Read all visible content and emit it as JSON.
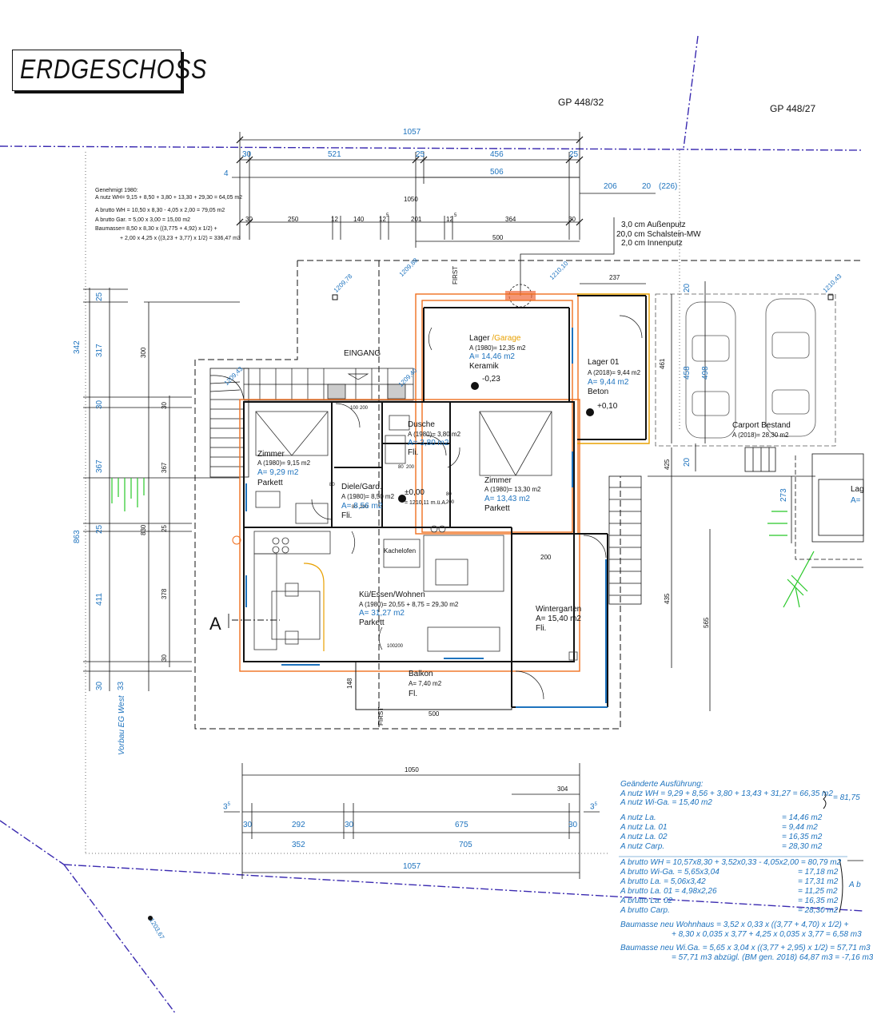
{
  "title": "ERDGESCHOSS",
  "parcels": {
    "p1": "GP 448/32",
    "p2": "GP 448/27"
  },
  "approval": {
    "l1": "Genehmigt 1980:",
    "l2": "A nutz WH= 9,15 + 8,50 + 3,80 + 13,30 + 29,30 = 64,05 m2",
    "l3": "A brutto WH = 10,50 x 8,30 - 4,05 x 2,00 = 79,05 m2",
    "l4": "A brutto Gar. = 5,00 x 3,00                    = 15,00 m2",
    "l5": "Baumasse= 8,50 x 8,30 x ((3,775 + 4,92) x 1/2) +",
    "l6": "+ 2,00 x 4,25 x ((3,23 + 3,77) x 1/2) = 336,47 m3"
  },
  "wall_layers": {
    "l1": "3,0 cm  Außenputz",
    "l2": "20,0 cm  Schalstein-MW",
    "l3": "2,0 cm  Innenputz"
  },
  "dims_top": {
    "d1057": "1057",
    "d30a": "30",
    "d521": "521",
    "d25a": "25",
    "d456": "456",
    "d25b": "25",
    "d4": "4",
    "d506": "506",
    "d1050": "1050",
    "d206": "206",
    "d20": "20",
    "d226": "(226)",
    "d30b": "30",
    "d250": "250",
    "d12": "12",
    "d140": "140",
    "d12b": "12",
    "d5": "5",
    "d201": "201",
    "d12c": "12",
    "d5b": "5",
    "d364": "364",
    "d30c": "30",
    "d500": "500",
    "d237": "237"
  },
  "dims_left": {
    "d342": "342",
    "d317": "317",
    "d25a": "25",
    "d30a": "30",
    "d367a": "367",
    "d863": "863",
    "d25b": "25",
    "d411": "411",
    "d30b": "30",
    "d33": "33",
    "d300": "300",
    "d30c": "30",
    "d367b": "367",
    "d830": "830",
    "d25c": "25",
    "d378": "378",
    "d30d": "30",
    "vorbau": "Vorbau EG West"
  },
  "dims_right": {
    "d461": "461",
    "d458": "458",
    "d498": "498",
    "d20a": "20",
    "d20b": "20",
    "d425": "425",
    "d273": "273",
    "d435": "435",
    "d565": "565"
  },
  "elevations": {
    "e1": "1209,78",
    "e2": "1209,88",
    "e3": "1210,10",
    "e4": "1210,43",
    "e5": "1209,43",
    "e6": "1209,40",
    "e7": "1210,10",
    "e8": "1203,67"
  },
  "labels": {
    "eingang": "EINGANG",
    "first1": "FIRST",
    "first2": "FIRST",
    "section": "A",
    "kachelofen": "Kachelofen",
    "d200a": "200",
    "d500b": "500",
    "d148": "148"
  },
  "rooms": {
    "lager": {
      "name": "Lager",
      "name2": "/Garage",
      "a1980": "A (1980)= 12,35 m2",
      "anew": "A= 14,46 m2",
      "floor": "Keramik",
      "level": "-0,23"
    },
    "lager01": {
      "name": "Lager 01",
      "a2018": "A (2018)= 9,44 m2",
      "anew": "A= 9,44 m2",
      "floor": "Beton",
      "level": "+0,10"
    },
    "carport": {
      "name": "Carport Bestand",
      "a2018": "A (2018)= 28,30 m2"
    },
    "zimmer1": {
      "name": "Zimmer",
      "a1980": "A (1980)= 9,15 m2",
      "anew": "A= 9,29 m2",
      "floor": "Parkett"
    },
    "dusche": {
      "name": "Dusche",
      "a1980": "A (1980)= 3,80 m2",
      "anew": "A= 3,80 m2",
      "floor": "Fli."
    },
    "diele": {
      "name": "Diele/Gard.",
      "a1980": "A (1980)= 8,50 m2",
      "anew": "A= 8,56 m2",
      "floor": "Fli."
    },
    "zimmer2": {
      "name": "Zimmer",
      "a1980": "A (1980)= 13,30 m2",
      "anew": "A= 13,43 m2",
      "floor": "Parkett"
    },
    "level0": {
      "lvl": "±0,00",
      "abs": "= 1210,11 m.ü.A."
    },
    "wohnen": {
      "name": "Kü/Essen/Wohnen",
      "a1980": "A (1980)= 20,55 + 8,75 = 29,30 m2",
      "anew": "A= 31,27 m2",
      "floor": "Parkett"
    },
    "winter": {
      "name": "Wintergarten",
      "anew": "A= 15,40 m2",
      "floor": "Fli."
    },
    "balkon": {
      "name": "Balkon",
      "anew": "A= 7,40 m2",
      "floor": "Fl."
    },
    "lag2": {
      "name": "Lag",
      "anew": "A="
    }
  },
  "door_sizes": {
    "a": "80",
    "b": "200",
    "c": "100",
    "d": "200",
    "e": "80",
    "f": "200",
    "g": "80",
    "h": "200",
    "i": "80",
    "j": "200",
    "k": "80",
    "l": "200",
    "m": "100",
    "n": "200",
    "o": "80",
    "p": "200"
  },
  "dims_bottom": {
    "d1050": "1050",
    "d304": "304",
    "d35a": "3",
    "d35b": "5",
    "d35c": "3",
    "d35d": "5",
    "d30a": "30",
    "d292": "292",
    "d30b": "30",
    "d675": "675",
    "d30c": "30",
    "d352": "352",
    "d705": "705",
    "d1057": "1057"
  },
  "calc": {
    "h1": "Geänderte Ausführung:",
    "n1": "A nutz WH = 9,29 + 8,56 + 3,80 + 13,43 + 31,27 = 66,35 m2",
    "n2": "A nutz Wi-Ga.                                          = 15,40 m2",
    "n3": "= 81,75",
    "la1": "A nutz La.",
    "la1v": "= 14,46 m2",
    "la2": "A nutz La. 01",
    "la2v": "= 9,44 m2",
    "la3": "A nutz La. 02",
    "la3v": "= 16,35 m2",
    "la4": "A nutz Carp.",
    "la4v": "= 28,30 m2",
    "b1": "A brutto WH = 10,57x8,30 + 3,52x0,33 - 4,05x2,00 = 80,79 m2",
    "b2": "A brutto Wi-Ga. = 5,65x3,04",
    "b2v": "= 17,18 m2",
    "b3": "A brutto La. = 5,06x3,42",
    "b3v": "= 17,31 m2",
    "b4": "A brutto La. 01 = 4,98x2,26",
    "b4v": "= 11,25 m2",
    "b5": "A brutto La. 02",
    "b5v": "= 16,35 m2",
    "b6": "A brutto Carp.",
    "b6v": "= 28,30 m2",
    "bsum": "A b",
    "m1": "Baumasse neu Wohnhaus = 3,52 x 0,33 x ((3,77 + 4,70) x 1/2) +",
    "m2": "+ 8,30 x 0,035 x 3,77 + 4,25 x 0,035 x 3,77 = 6,58 m3",
    "m3": "Baumasse neu Wi.Ga. = 5,65 x 3,04 x ((3,77 + 2,95) x 1/2) = 57,71 m3",
    "m4": "= 57,71 m3 abzügl. (BM gen. 2018) 64,87 m3 = -7,16 m3"
  },
  "colors": {
    "ink": "#111111",
    "blue": "#1e73be",
    "orange": "#e8a000",
    "wall_orange": "#f07020",
    "green": "#28c828",
    "boundary": "#3a2ab0"
  }
}
